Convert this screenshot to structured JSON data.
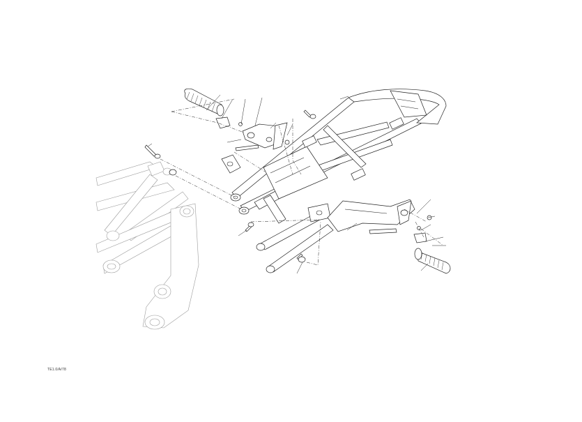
{
  "drawing": {
    "reference_code": "TE1.0/A/78",
    "parts": [
      "main-frame",
      "rear-subframe",
      "left-rider-footpeg",
      "left-footpeg-bracket",
      "right-footpeg-bracket",
      "right-rider-footpeg",
      "frame-bolts",
      "spring-and-pins"
    ]
  }
}
